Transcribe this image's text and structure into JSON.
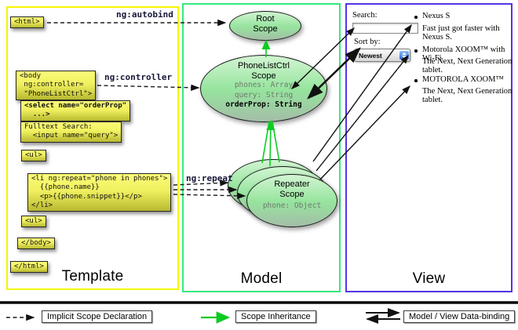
{
  "columns": {
    "template": "Template",
    "model": "Model",
    "view": "View"
  },
  "labels": {
    "autobind": "ng:autobind",
    "controller": "ng:controller",
    "repeat": "ng:repeat"
  },
  "code": {
    "html_open": "<html>",
    "body_open": "<body\n ng:controller=\n \"PhoneListCtrl\">",
    "select": "<select name=\"orderProp\"\n  ...>",
    "fulltext": "Fulltext Search:\n  <input name=\"query\">",
    "ul_open": "<ul>",
    "li_repeat": "<li ng:repeat=\"phone in phones\">\n  {{phone.name}}\n  <p>{{phone.snippet}}</p>\n</li>",
    "ul_close": "<ul>",
    "body_close": "</body>",
    "html_close": "</html>"
  },
  "scopes": {
    "root": {
      "title": "Root\nScope"
    },
    "phonelist": {
      "title": "PhoneListCtrl\nScope",
      "prop_phones": "phones: Array",
      "prop_query": "query: String",
      "prop_order": "orderProp: String"
    },
    "repeater": {
      "title": "Repeater\nScope",
      "prop_phone": "phone: Object"
    }
  },
  "view": {
    "search_label": "Search:",
    "sort_label": "Sort by:",
    "sort_value": "Newest",
    "items": [
      {
        "title": "Nexus S",
        "desc": "Fast just got faster with Nexus S."
      },
      {
        "title": "Motorola XOOM™ with Wi-Fi",
        "desc": "The Next, Next Generation tablet."
      },
      {
        "title": "MOTOROLA XOOM™",
        "desc": "The Next, Next Generation tablet."
      }
    ]
  },
  "legend": {
    "implicit": "Implicit Scope Declaration",
    "inheritance": "Scope Inheritance",
    "binding": "Model / View Data-binding"
  },
  "colors": {
    "template_border": "#f6f600",
    "model_border": "#35e87f",
    "view_border": "#5433e8",
    "green_arrow": "#0ccc22",
    "code_box_yellow": "#f0f060"
  }
}
